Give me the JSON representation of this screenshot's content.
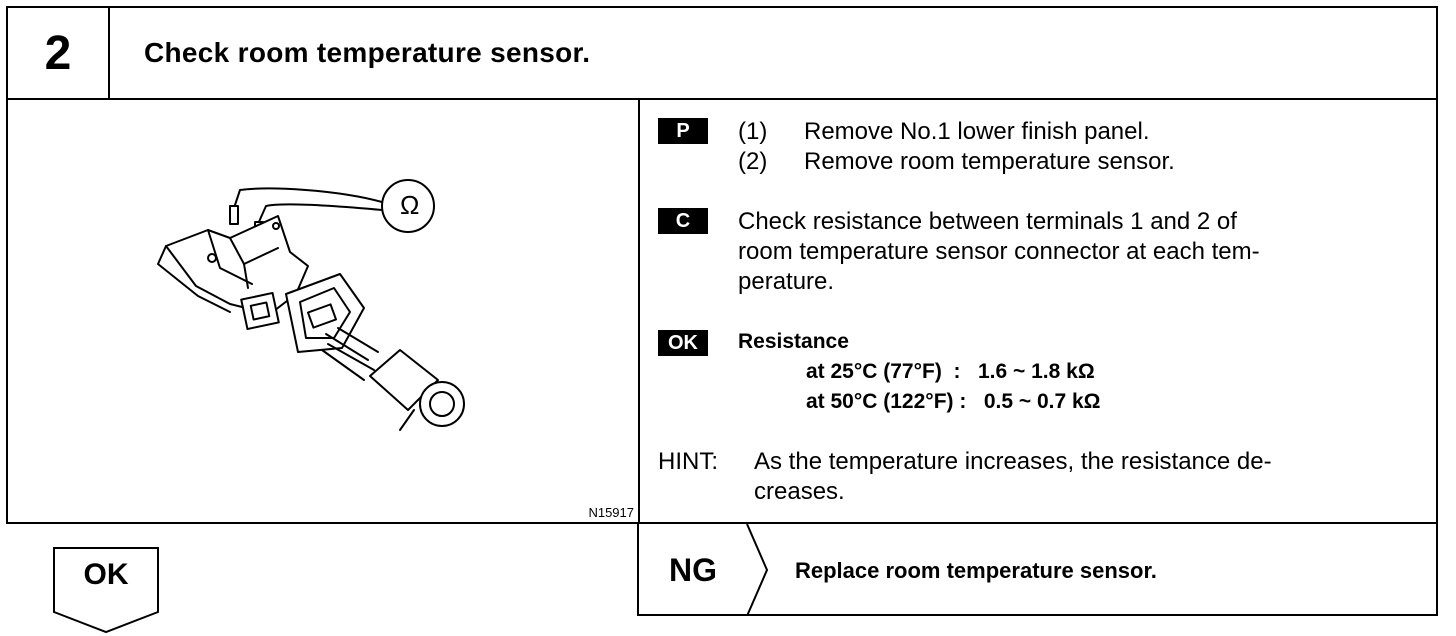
{
  "header": {
    "step_number": "2",
    "title": "Check room temperature sensor."
  },
  "illustration": {
    "figure_code": "N15917",
    "meter_symbol": "Ω"
  },
  "procedure": {
    "p_tag": "P",
    "p_steps": [
      {
        "num": "(1)",
        "text": "Remove No.1 lower finish panel."
      },
      {
        "num": "(2)",
        "text": "Remove room temperature sensor."
      }
    ],
    "c_tag": "C",
    "c_lines": [
      "Check resistance between terminals 1 and 2 of",
      "room temperature sensor connector at each tem-",
      "perature."
    ],
    "ok_tag": "OK",
    "ok_title": "Resistance",
    "specs": [
      "at 25°C (77°F)  :   1.6 ~ 1.8 kΩ",
      "at 50°C (122°F) :   0.5 ~ 0.7 kΩ"
    ],
    "hint_label": "HINT:",
    "hint_lines": [
      "As the temperature increases, the resistance de-",
      "creases."
    ]
  },
  "ok_box": {
    "label": "OK"
  },
  "ng_box": {
    "label": "NG",
    "action": "Replace room temperature sensor."
  }
}
